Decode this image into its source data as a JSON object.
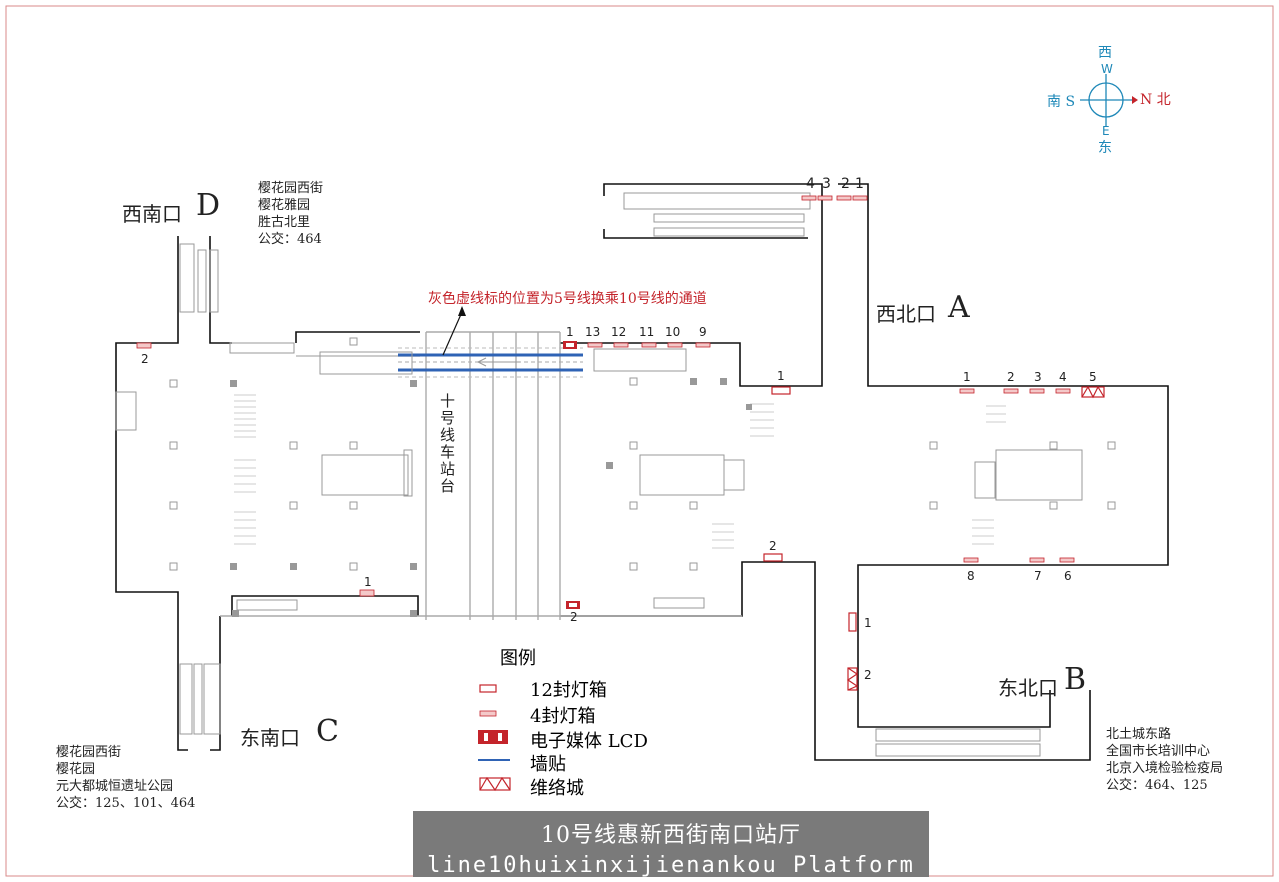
{
  "colors": {
    "accent_red": "#c4242b",
    "wall_blue": "#2f63b5",
    "compass_blue": "#1e88b8",
    "title_bg": "#7a7a7a"
  },
  "compass": {
    "west": "西",
    "west_letter": "W",
    "south": "南 S",
    "north": "N 北",
    "east_letter": "E",
    "east": "东"
  },
  "exits": {
    "d": {
      "name": "西南口",
      "letter": "D"
    },
    "a": {
      "name": "西北口",
      "letter": "A"
    },
    "c": {
      "name": "东南口",
      "letter": "C"
    },
    "b": {
      "name": "东北口",
      "letter": "B"
    }
  },
  "addresses": {
    "d": {
      "line1": "樱花园西街",
      "line2": "樱花雅园",
      "line3": "胜古北里",
      "line4": "公交：464"
    },
    "c": {
      "line1": "樱花园西街",
      "line2": "樱花园",
      "line3": "元大都城恒遗址公园",
      "line4": "公交：125、101、464"
    },
    "b": {
      "line1": "北土城东路",
      "line2": "全国市长培训中心",
      "line3": "北京入境检验检疫局",
      "line4": "公交：464、125"
    }
  },
  "transfer_note": "灰色虚线标的位置为5号线换乘10号线的通道",
  "platform_label": [
    "十",
    "号",
    "线",
    "车",
    "站",
    "台"
  ],
  "markers": {
    "top_row": [
      "1",
      "13",
      "12",
      "11",
      "10",
      "9"
    ],
    "a_top": [
      "4",
      "3",
      "2",
      "1"
    ],
    "east_top": [
      "1",
      "2",
      "3",
      "4",
      "5"
    ],
    "east_bottom": [
      "8",
      "7",
      "6"
    ],
    "d_left": "2",
    "mid_top": "1",
    "mid_bottom": "2",
    "c_box": "1",
    "lcd_bottom": "2",
    "b_side_1": "1",
    "b_side_2": "2"
  },
  "legend": {
    "title": "图例",
    "item1": "12封灯箱",
    "item2": "4封灯箱",
    "item3": "电子媒体   LCD",
    "item4": "墙贴",
    "item5": "维络城"
  },
  "title": {
    "cn": "10号线惠新西街南口站厅",
    "en": "line10huixinxijienankou Platform"
  }
}
